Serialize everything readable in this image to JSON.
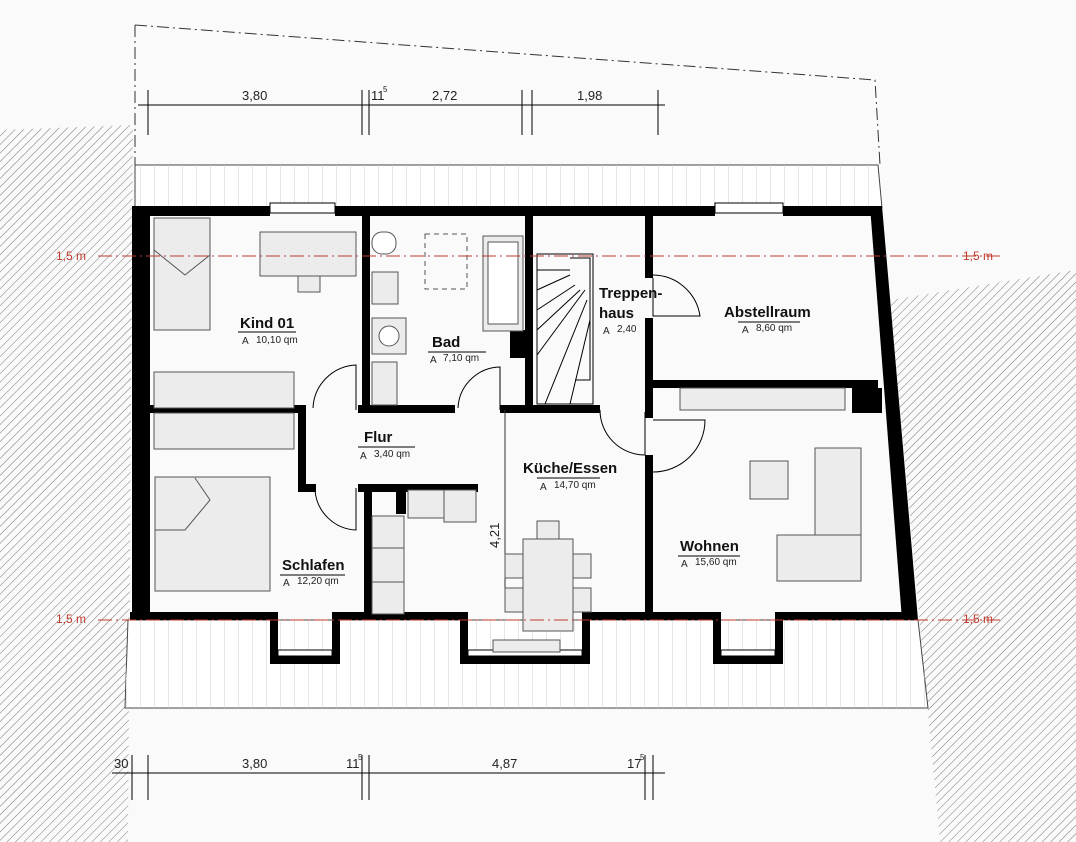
{
  "colors": {
    "wall": "#000000",
    "furniture": "#ececec",
    "height_line": "#c0392b",
    "hatch": "#777777"
  },
  "height_lines": {
    "top_left": "1,5 m",
    "top_right": "1,5 m",
    "bottom_left": "1,5 m",
    "bottom_right": "1,5 m"
  },
  "dimensions_top": [
    "3,80",
    "11",
    "5",
    "2,72",
    "1,98"
  ],
  "dimensions_bottom": [
    "30",
    "3,80",
    "11",
    "5",
    "4,87",
    "17",
    "5"
  ],
  "dimension_vertical": "4,21",
  "rooms": [
    {
      "name": "Kind 01",
      "area_prefix": "A",
      "area": "10,10 qm"
    },
    {
      "name": "Bad",
      "area_prefix": "A",
      "area": "7,10 qm"
    },
    {
      "name": "Treppen-",
      "name2": "haus",
      "area_prefix": "A",
      "area": "2,40"
    },
    {
      "name": "Abstellraum",
      "area_prefix": "A",
      "area": "8,60 qm"
    },
    {
      "name": "Flur",
      "area_prefix": "A",
      "area": "3,40 qm"
    },
    {
      "name": "Küche/Essen",
      "area_prefix": "A",
      "area": "14,70 qm"
    },
    {
      "name": "Schlafen",
      "area_prefix": "A",
      "area": "12,20 qm"
    },
    {
      "name": "Wohnen",
      "area_prefix": "A",
      "area": "15,60 qm"
    }
  ]
}
